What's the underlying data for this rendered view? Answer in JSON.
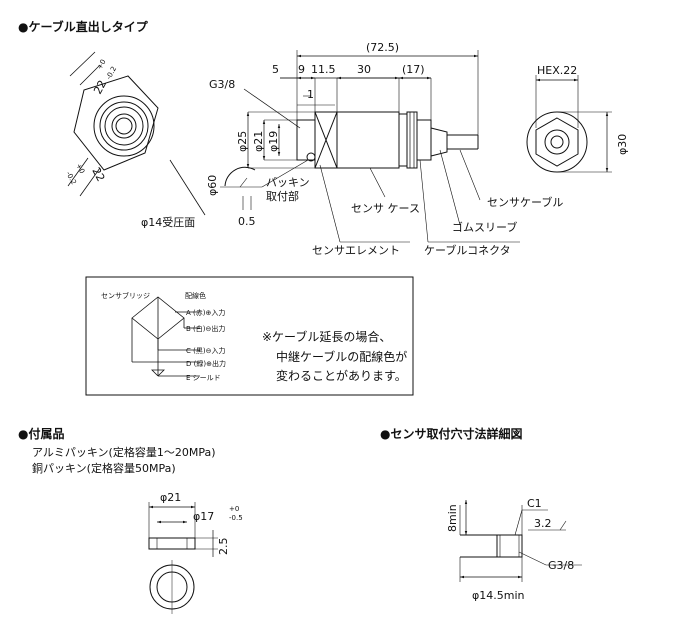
{
  "sections": {
    "cable_direct": "●ケーブル直出しタイプ",
    "accessories": "●付属品",
    "mount_hole": "●センサ取付穴寸法詳細図"
  },
  "main_view": {
    "overall": "(72.5)",
    "d5": "5",
    "d9": "9",
    "d115": "11.5",
    "d30": "30",
    "d17": "(17)",
    "d1": "1",
    "thread": "G3/8",
    "phi25": "φ25",
    "phi21": "φ21",
    "phi19": "φ19",
    "phi60": "φ60",
    "d05": "0.5",
    "packing1": "パッキン",
    "packing2": "取付部",
    "sensor_case": "センサ ケース",
    "rubber_sleeve": "ゴムスリーブ",
    "sensor_cable": "センサケーブル",
    "sensor_element": "センサエレメント",
    "cable_connector": "ケーブルコネクタ"
  },
  "left_view": {
    "hex_top": "22",
    "hex_top_tol_plus": "+0",
    "hex_top_tol_minus": "-0.2",
    "hex_bottom": "22",
    "hex_bottom_tol_plus": "+0",
    "hex_bottom_tol_minus": "-0.2",
    "face": "φ14受圧面"
  },
  "right_view": {
    "hex": "HEX.22",
    "phi30": "φ30"
  },
  "wiring": {
    "bridge": "センサブリッジ",
    "color_header": "配線色",
    "a": "A (赤)⊕入力",
    "b": "B (白)⊖出力",
    "c": "C (黒)⊖入力",
    "d": "D (緑)⊕出力",
    "e": "E シールド",
    "note1": "※ケーブル延長の場合、",
    "note2": "中継ケーブルの配線色が",
    "note3": "変わることがあります。"
  },
  "accessories": {
    "line1": "アルミパッキン(定格容量1～20MPa)",
    "line2": "銅パッキン(定格容量50MPa)",
    "phi21": "φ21",
    "phi17": "φ17",
    "tol_plus": "+0",
    "tol_minus": "-0.5",
    "thk": "2.5"
  },
  "mount_hole": {
    "depth": "8min",
    "chamfer": "C1",
    "rough": "3.2",
    "thread": "G3/8",
    "dia": "φ14.5min"
  }
}
